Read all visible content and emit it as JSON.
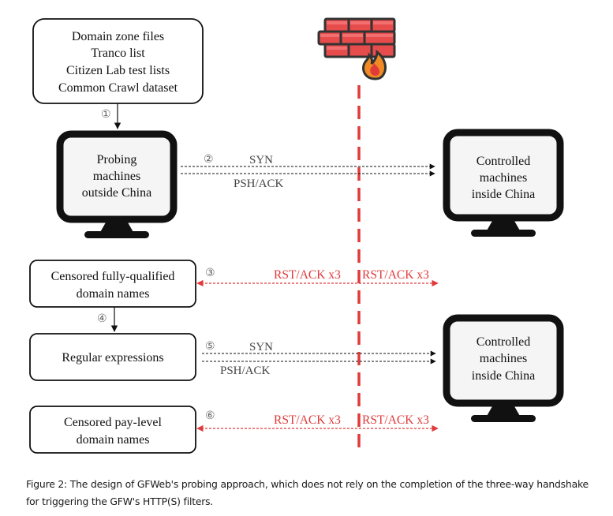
{
  "colors": {
    "censor_red": "#e03a3a",
    "label_gray": "#444444",
    "line_black": "#111111",
    "screen_fill": "#f5f5f5"
  },
  "sources_box": {
    "lines": [
      "Domain zone files",
      "Tranco list",
      "Citizen Lab test lists",
      "Common Crawl dataset"
    ]
  },
  "steps": {
    "s1": "①",
    "s2": "②",
    "s3": "③",
    "s4": "④",
    "s5": "⑤",
    "s6": "⑥"
  },
  "probing_machine": {
    "lines": [
      "Probing",
      "machines",
      "outside China"
    ]
  },
  "controlled_machine_top": {
    "lines": [
      "Controlled",
      "machines",
      "inside China"
    ]
  },
  "controlled_machine_bottom": {
    "lines": [
      "Controlled",
      "machines",
      "inside China"
    ]
  },
  "packets": {
    "syn": "SYN",
    "psh_ack": "PSH/ACK",
    "rst_ack": "RST/ACK x3"
  },
  "fqdn_box": {
    "lines": [
      "Censored fully-qualified",
      "domain names"
    ]
  },
  "regex_box": {
    "lines": [
      "Regular expressions"
    ]
  },
  "pld_box": {
    "lines": [
      "Censored pay-level",
      "domain names"
    ]
  },
  "firewall": {
    "icon": "firewall-icon"
  },
  "caption": "Figure 2: The design of GFWeb's probing approach, which does not rely on the completion of the three-way handshake for triggering the GFW's HTTP(S) filters."
}
